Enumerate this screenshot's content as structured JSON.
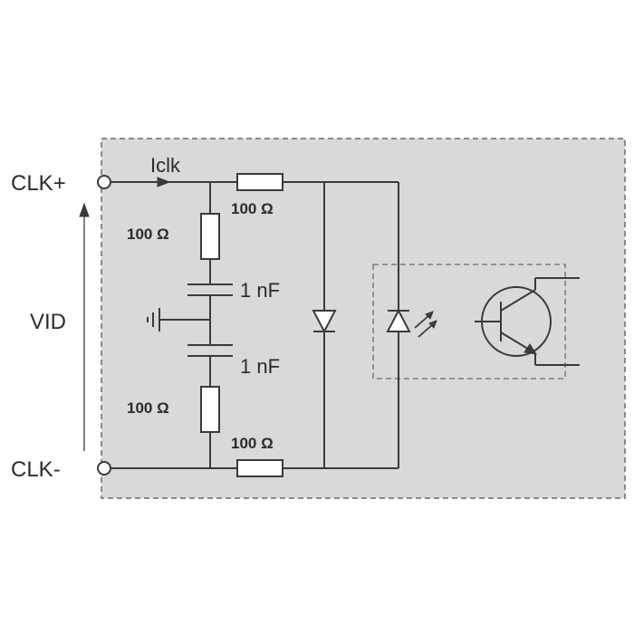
{
  "terminals": {
    "clk_plus": "CLK+",
    "clk_minus": "CLK-"
  },
  "signals": {
    "voltage": "VID",
    "current": "Iclk"
  },
  "components": {
    "r_top_vertical": "100 Ω",
    "r_bottom_vertical": "100 Ω",
    "r_top_series": "100 Ω",
    "r_bottom_series": "100 Ω",
    "c_upper": "1 nF",
    "c_lower": "1 nF"
  },
  "colors": {
    "module_background": "#d9d9d9",
    "module_border": "#8a8a8a",
    "wire": "#3a3a3a",
    "text": "#2b2b2b"
  },
  "icons": [
    "ground-icon",
    "diode-icon",
    "led-icon",
    "phototransistor-icon",
    "terminal-circle-icon",
    "current-arrow-icon"
  ]
}
